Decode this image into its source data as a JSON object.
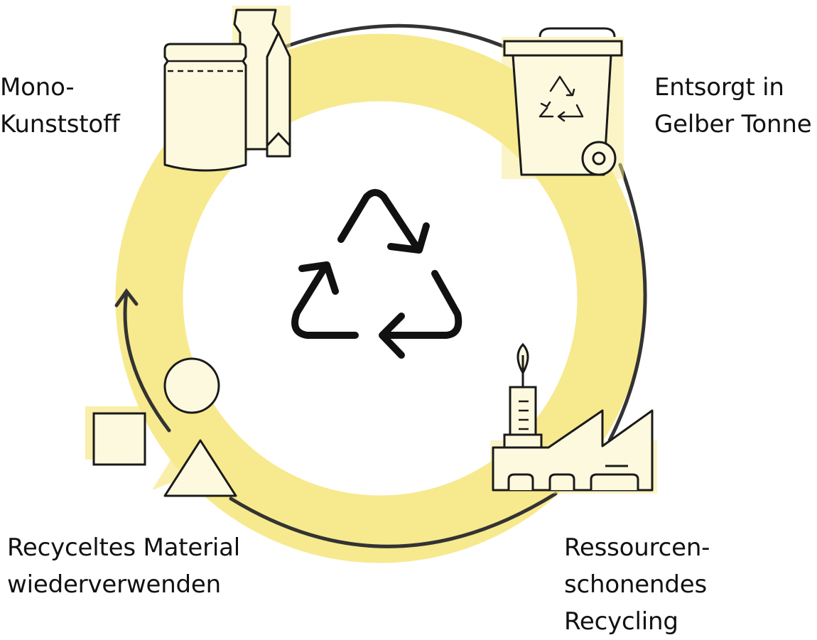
{
  "steps": {
    "mono_kunststoff": {
      "line1": "Mono-",
      "line2": "Kunststoff"
    },
    "gelbe_tonne": {
      "line1": "Entsorgt in",
      "line2": "Gelber Tonne"
    },
    "recycling": {
      "line1": "Ressourcen-",
      "line2": "schonendes",
      "line3": "Recycling"
    },
    "material": {
      "line1": "Recyceltes Material",
      "line2": "wiederverwenden"
    }
  },
  "colors": {
    "ring": "#f7e98e",
    "fill_light": "#fdf9de",
    "stroke": "#1a1a1a",
    "arrow": "#333333"
  },
  "icons": [
    "packaging-icon",
    "bin-icon",
    "factory-icon",
    "shapes-icon",
    "recycling-icon"
  ]
}
